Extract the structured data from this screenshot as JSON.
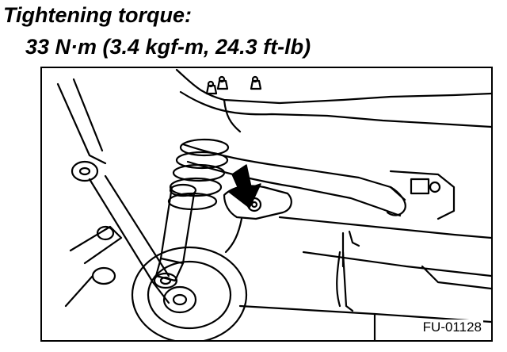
{
  "heading": {
    "title": "Tightening torque:",
    "torque_spec": "33 N·m (3.4 kgf-m, 24.3 ft-lb)"
  },
  "figure": {
    "code": "FU-01128",
    "indicator_icon": "arrow-icon",
    "ink_color": "#000000",
    "paper_color": "#ffffff"
  }
}
